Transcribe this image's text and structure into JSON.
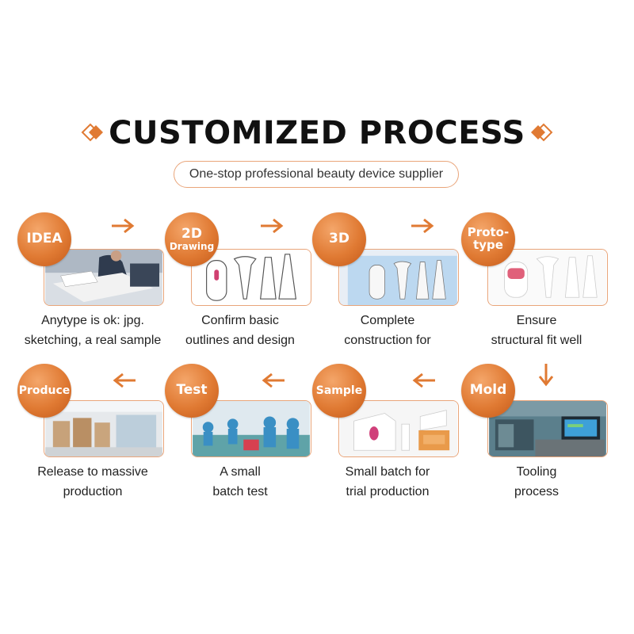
{
  "header": {
    "title": "CUSTOMIZED PROCESS",
    "subtitle": "One-stop professional beauty device supplier"
  },
  "colors": {
    "accent": "#e07a33",
    "border": "#e9a57a",
    "text": "#222222"
  },
  "steps": [
    {
      "badge": [
        "IDEA"
      ],
      "caption": [
        "Anytype is ok: jpg.",
        "sketching, a real sample"
      ],
      "image": "office-meeting-photo"
    },
    {
      "badge": [
        "2D",
        "Drawing"
      ],
      "caption": [
        "Confirm basic",
        "outlines and design"
      ],
      "image": "device-line-drawing"
    },
    {
      "badge": [
        "3D"
      ],
      "caption": [
        "Complete",
        "construction for"
      ],
      "image": "cad-render-screen"
    },
    {
      "badge": [
        "Proto-",
        "type"
      ],
      "caption": [
        "Ensure",
        "structural fit well"
      ],
      "image": "prototype-devices-photo"
    },
    {
      "badge": [
        "Mold"
      ],
      "caption": [
        "Tooling",
        "process"
      ],
      "image": "mold-workshop-photo"
    },
    {
      "badge": [
        "Sample"
      ],
      "caption": [
        "Small batch for",
        "trial production"
      ],
      "image": "sample-packaging-photo"
    },
    {
      "badge": [
        "Test"
      ],
      "caption": [
        "A small",
        "batch test"
      ],
      "image": "test-line-photo"
    },
    {
      "badge": [
        "Produce"
      ],
      "caption": [
        "Release to massive",
        "production"
      ],
      "image": "warehouse-photo"
    }
  ],
  "arrows": [
    "arrow-right-icon",
    "arrow-right-icon",
    "arrow-right-icon",
    "arrow-down-icon",
    "arrow-left-icon",
    "arrow-left-icon",
    "arrow-left-icon"
  ]
}
